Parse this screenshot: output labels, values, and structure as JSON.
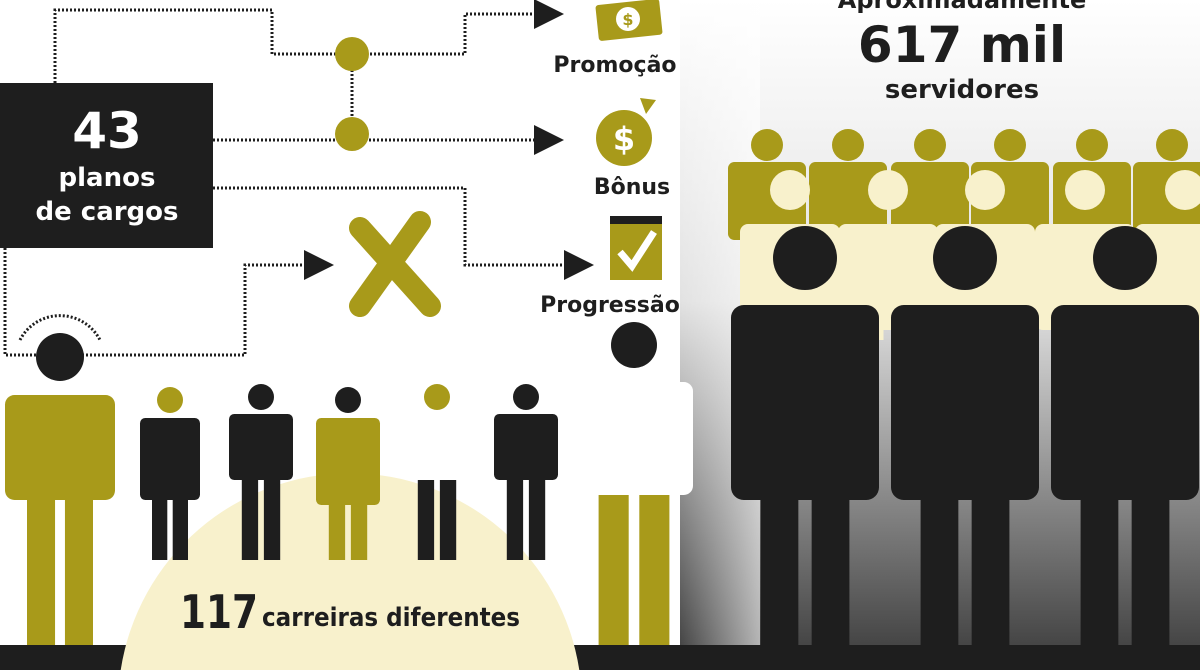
{
  "colors": {
    "olive": "#a89a1a",
    "cream": "#f8f1cc",
    "black": "#1e1e1e"
  },
  "plans_box": {
    "number": "43",
    "line1": "planos",
    "line2": "de cargos"
  },
  "outcomes": [
    {
      "label": "Promoção",
      "icon": "money-bill-icon"
    },
    {
      "label": "Bônus",
      "icon": "money-bag-icon"
    },
    {
      "label": "Progressão",
      "icon": "checklist-icon"
    }
  ],
  "blocked_icon": "x-mark-icon",
  "servants": {
    "top_cut": "Aproximadamente",
    "number": "617 mil",
    "label": "servidores"
  },
  "careers": {
    "number": "117",
    "label": "carreiras diferentes"
  }
}
